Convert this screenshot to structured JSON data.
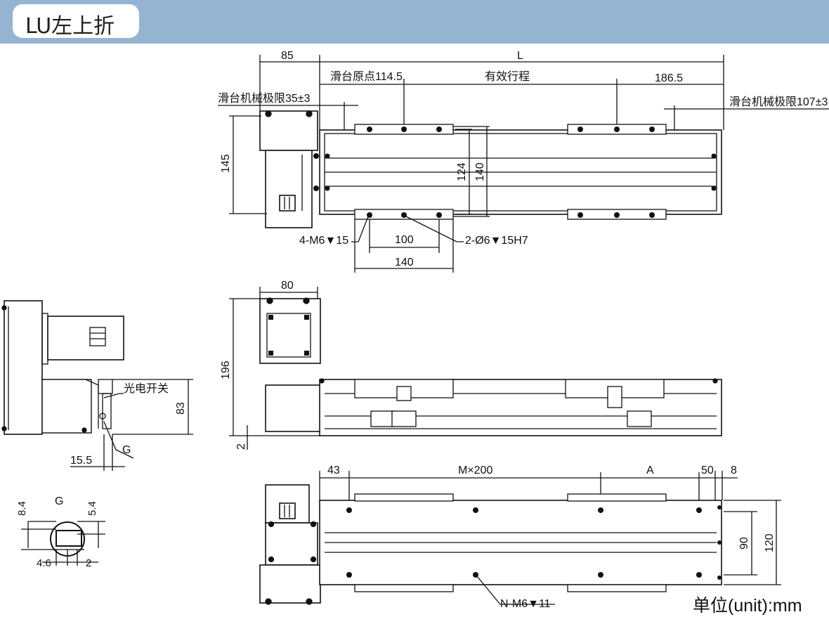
{
  "header": {
    "title": "LU左上折"
  },
  "unit_label": "单位(unit):mm",
  "top_view": {
    "dim_85": "85",
    "dim_L": "L",
    "slide_origin": "滑台原点114.5",
    "effective_stroke": "有效行程",
    "dim_186_5": "186.5",
    "mech_limit_left": "滑台机械极限35±3",
    "mech_limit_right": "滑台机械极限107±3",
    "dim_145": "145",
    "dim_124": "124",
    "dim_140_v": "140",
    "tap_holes": "4-M6▼15",
    "dim_100": "100",
    "pin_holes": "2-Ø6▼15H7",
    "dim_140_h": "140"
  },
  "side_view": {
    "photo_switch": "光电开关",
    "dim_83": "83",
    "label_G": "G",
    "dim_15_5": "15.5"
  },
  "front_view": {
    "dim_80": "80",
    "dim_196": "196",
    "dim_2": "2"
  },
  "detail_G": {
    "title": "G",
    "dim_8_4": "8.4",
    "dim_5_4": "5.4",
    "dim_4_6": "4.6",
    "dim_2": "2"
  },
  "bottom_view": {
    "dim_43": "43",
    "dim_Mx200": "M×200",
    "dim_A": "A",
    "dim_50": "50",
    "dim_8": "8",
    "dim_90": "90",
    "dim_120": "120",
    "bottom_holes": "N-M6▼11"
  }
}
